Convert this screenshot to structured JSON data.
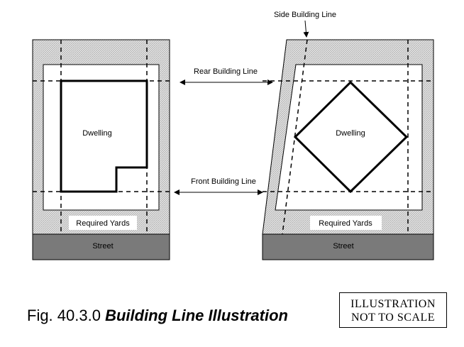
{
  "labels": {
    "side_building_line": "Side Building Line",
    "rear_building_line": "Rear Building Line",
    "front_building_line": "Front Building Line",
    "dwelling_left": "Dwelling",
    "dwelling_right": "Dwelling",
    "required_yards_left": "Required Yards",
    "required_yards_right": "Required Yards",
    "street_left": "Street",
    "street_right": "Street"
  },
  "caption": {
    "prefix": "Fig. 40.3.0 ",
    "title": "Building Line Illustration"
  },
  "scale_note": {
    "line1": "ILLUSTRATION",
    "line2": "NOT TO SCALE"
  },
  "colors": {
    "street_fill": "#7a7a7a",
    "yard_hatch": "#cfcfcf",
    "line": "#000000"
  }
}
